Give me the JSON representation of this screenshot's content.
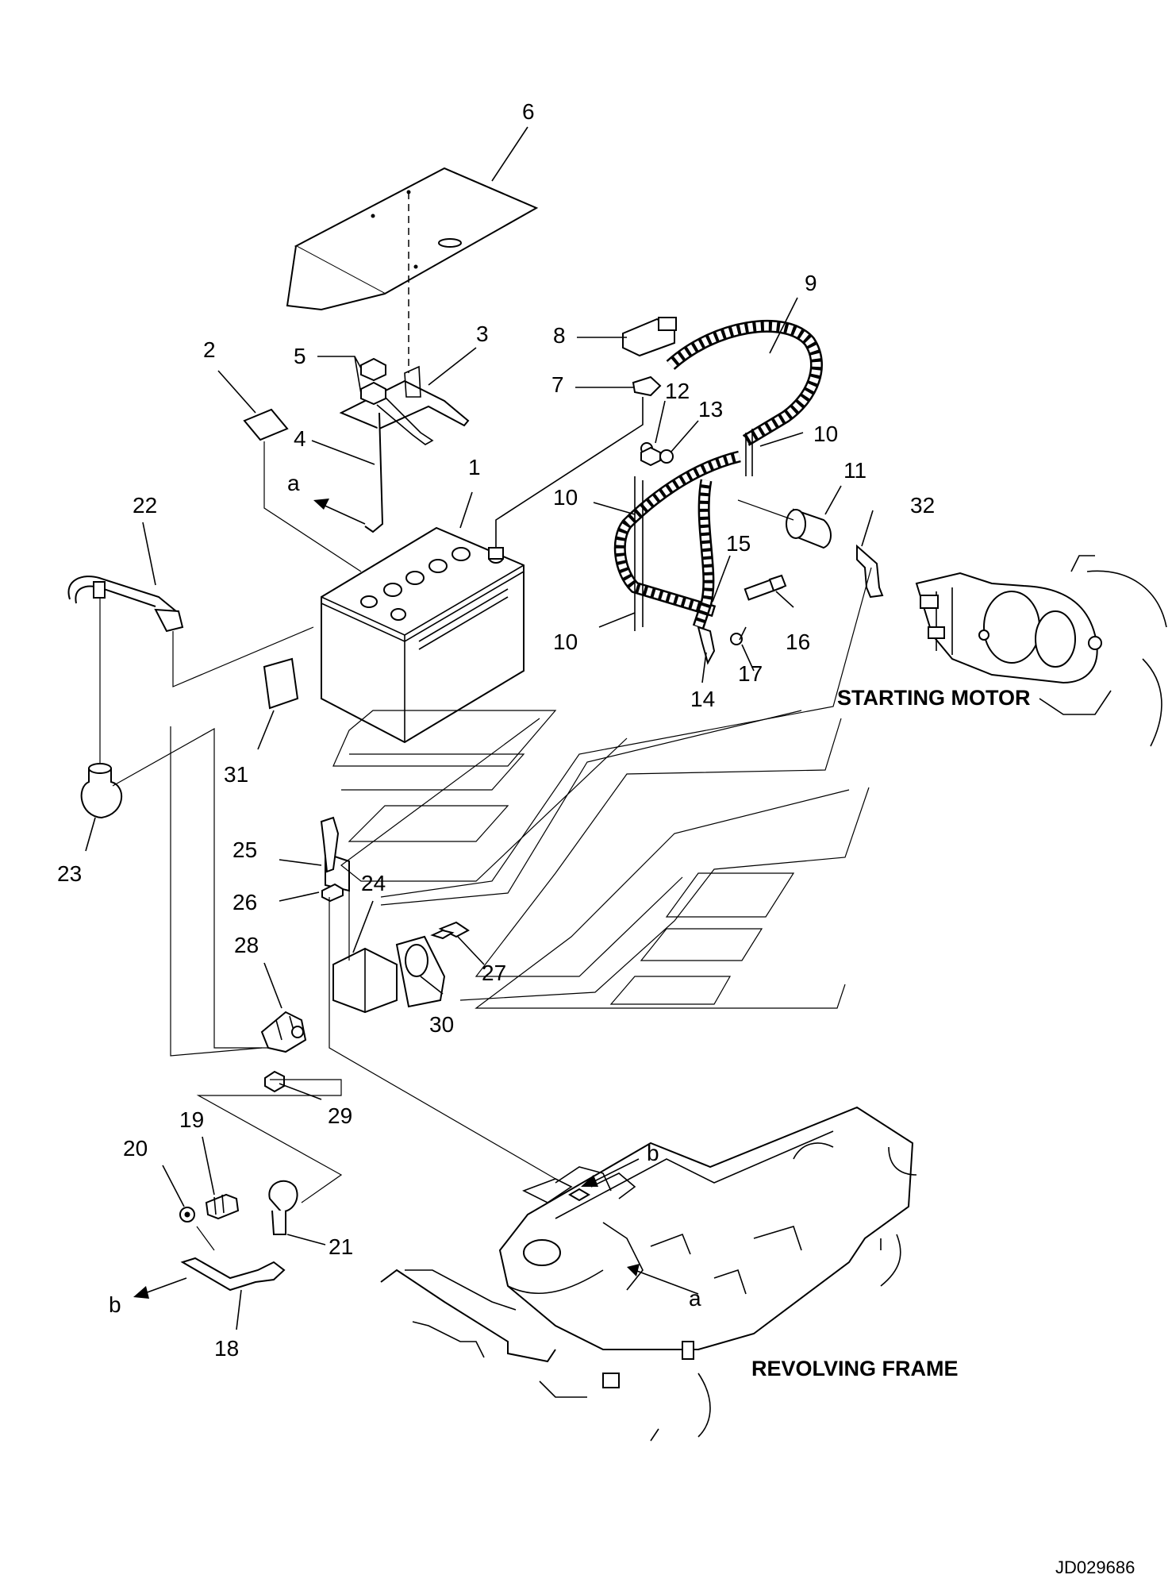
{
  "document_id": "JD029686",
  "captions": {
    "starting_motor": "STARTING MOTOR",
    "revolving_frame": "REVOLVING FRAME"
  },
  "callouts": {
    "c1": "1",
    "c2": "2",
    "c3": "3",
    "c4": "4",
    "c5": "5",
    "c6": "6",
    "c7": "7",
    "c8": "8",
    "c9": "9",
    "c10a": "10",
    "c10b": "10",
    "c10c": "10",
    "c11": "11",
    "c12": "12",
    "c13": "13",
    "c14": "14",
    "c15": "15",
    "c16": "16",
    "c17": "17",
    "c18": "18",
    "c19": "19",
    "c20": "20",
    "c21": "21",
    "c22": "22",
    "c23": "23",
    "c24": "24",
    "c25": "25",
    "c26": "26",
    "c27": "27",
    "c28": "28",
    "c29": "29",
    "c30": "30",
    "c31": "31",
    "c32": "32"
  },
  "references": {
    "a_top": "a",
    "a_bottom": "a",
    "b_top": "b",
    "b_left": "b"
  }
}
